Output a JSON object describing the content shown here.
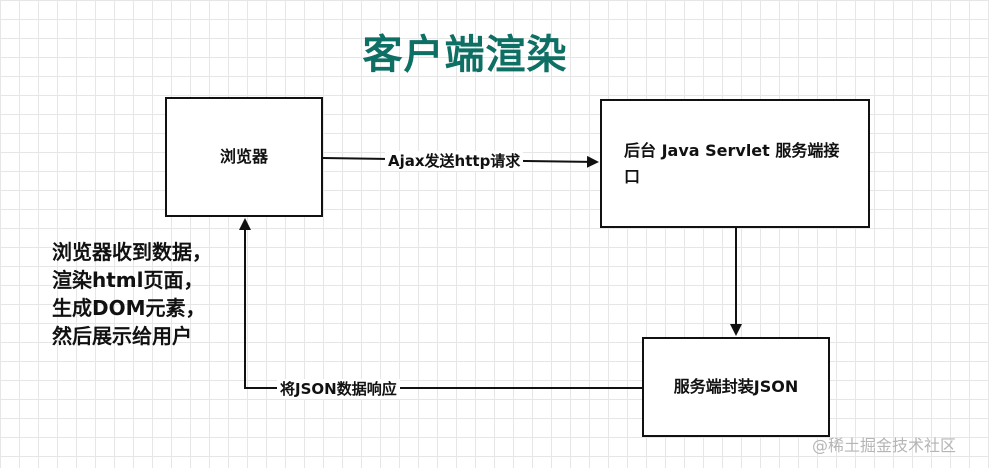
{
  "title": "客户端渲染",
  "nodes": {
    "browser": "浏览器",
    "servlet": "后台 Java Servlet 服务端接口",
    "json_service": "服务端封装JSON"
  },
  "edges": {
    "ajax": "Ajax发送http请求",
    "json_response": "将JSON数据响应"
  },
  "note": {
    "lines": [
      "浏览器收到数据，",
      "渲染html页面，",
      "生成DOM元素，",
      "然后展示给用户"
    ]
  },
  "watermark": "@稀土掘金技术社区"
}
